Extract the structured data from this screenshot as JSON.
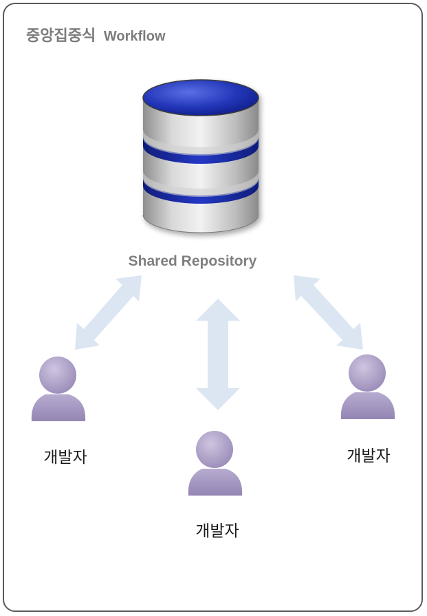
{
  "title": {
    "korean": "중앙집중식",
    "english": "Workflow"
  },
  "repository": {
    "label": "Shared Repository",
    "icon": "database-icon"
  },
  "developers": [
    {
      "label": "개발자",
      "icon": "person-icon"
    },
    {
      "label": "개발자",
      "icon": "person-icon"
    },
    {
      "label": "개발자",
      "icon": "person-icon"
    }
  ],
  "colors": {
    "frame_border": "#5a5a5a",
    "title": "#7b7b7b",
    "arrow_fill": "#dce6f2",
    "database_band": "#1c2fa8",
    "person": "#a99bc3"
  }
}
